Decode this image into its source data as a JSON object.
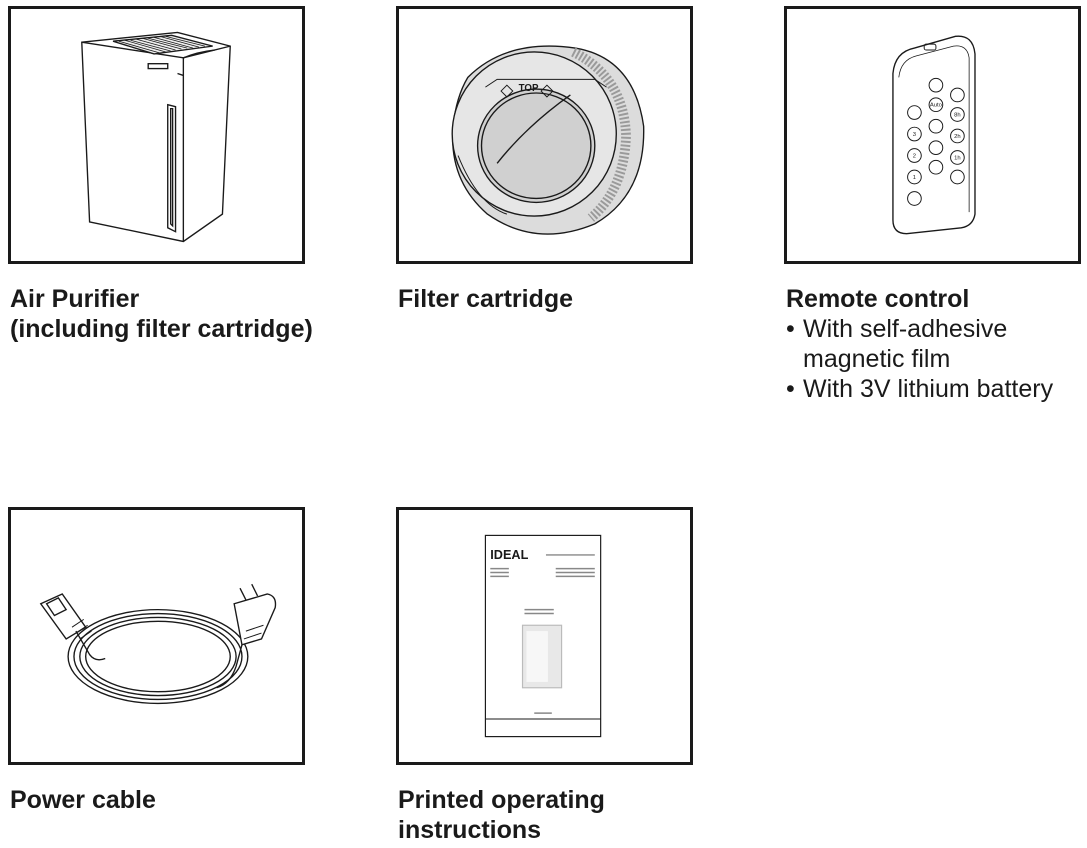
{
  "items": [
    {
      "title_lines": [
        "Air Purifier",
        "(including filter cartridge)"
      ],
      "image": "air-purifier-illustration"
    },
    {
      "title_lines": [
        "Filter cartridge"
      ],
      "image": "filter-cartridge-illustration",
      "label": "TOP"
    },
    {
      "title_lines": [
        "Remote control"
      ],
      "image": "remote-control-illustration",
      "bullets": [
        "With self-adhesive magnetic film",
        "With 3V lithium battery"
      ],
      "bullet_lines": [
        [
          "With self-adhesive",
          "magnetic film"
        ],
        [
          "With 3V lithium battery"
        ]
      ],
      "keys": [
        "Auto",
        "1",
        "2",
        "3",
        "1h",
        "2h",
        "8h"
      ]
    },
    {
      "title_lines": [
        "Power cable"
      ],
      "image": "power-cable-illustration"
    },
    {
      "title_lines": [
        "Printed operating",
        "instructions"
      ],
      "image": "manual-illustration",
      "brand": "IDEAL"
    }
  ]
}
